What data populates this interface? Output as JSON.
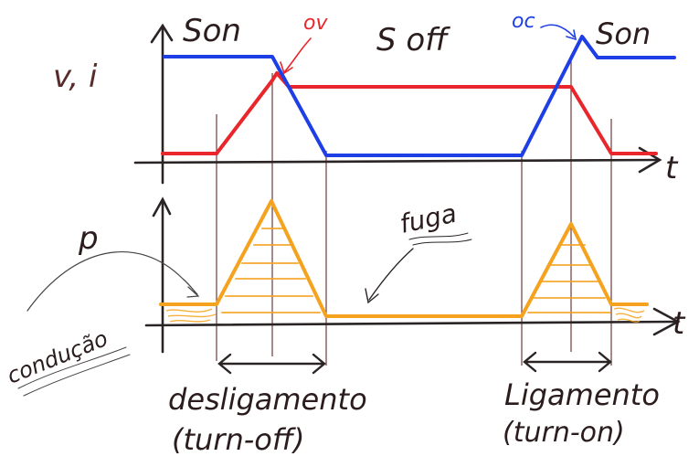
{
  "labels": {
    "s_on_left": "Son",
    "s_off": "S off",
    "s_on_right": "Son",
    "ov": "ov",
    "oc": "oc",
    "vi_axis": "v, i",
    "t_top": "t",
    "p_axis": "p",
    "t_bottom": "t",
    "fuga": "fuga",
    "conducao": "condução",
    "desligamento": "desligamento",
    "turn_off": "(turn-off)",
    "ligamento": "Ligamento",
    "turn_on": "(turn-on)"
  },
  "colors": {
    "voltage": "#e8262b",
    "current": "#1f3fe6",
    "power": "#f5a21f",
    "axis": "#2a2424",
    "guide": "#6b3b3b",
    "ov_label": "#e8262b",
    "oc_label": "#1f3fe6",
    "label_dark": "#2b1d1d",
    "vi_label": "#5a2b2b"
  }
}
